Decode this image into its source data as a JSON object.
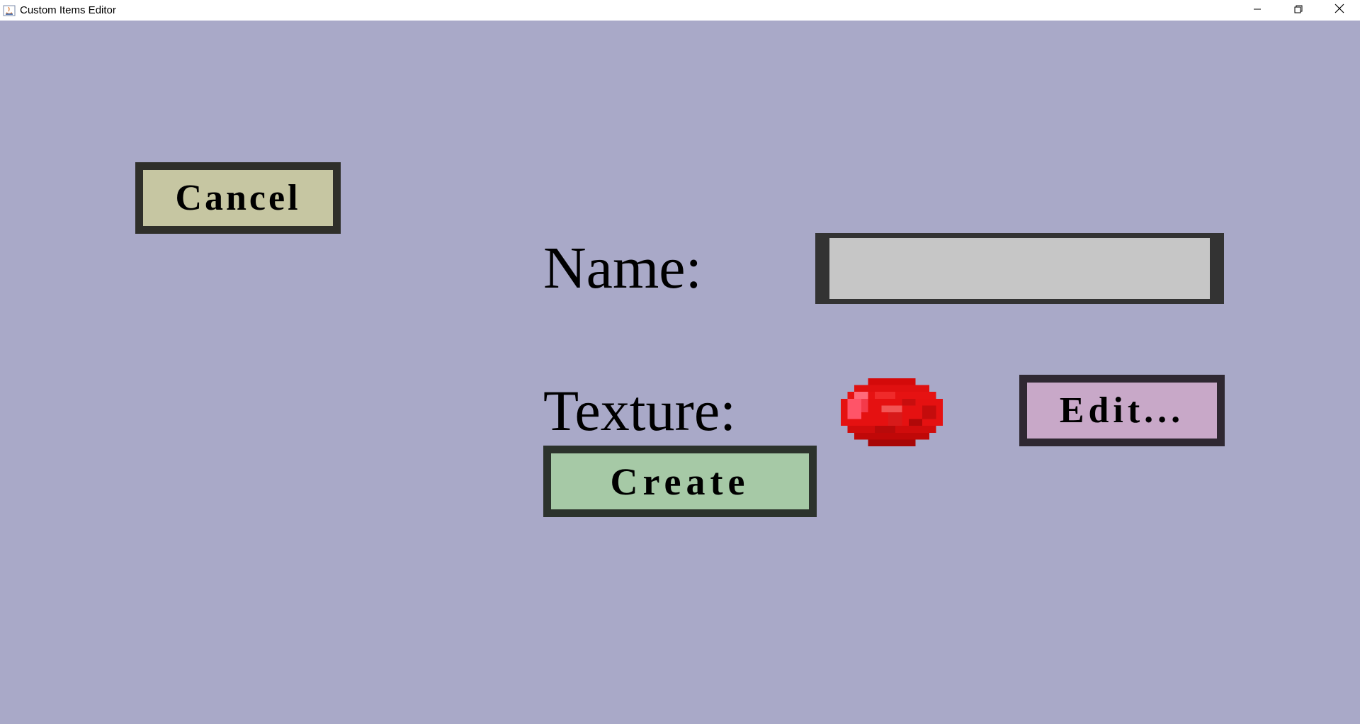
{
  "window": {
    "title": "Custom Items Editor",
    "background_color": "#a9a9c8",
    "controls": {
      "minimize_icon": "minimize-icon",
      "restore_icon": "restore-icon",
      "close_icon": "close-icon"
    }
  },
  "editor": {
    "cancel_label": "Cancel",
    "name_label": "Name:",
    "name_value": "",
    "texture_label": "Texture:",
    "texture_icon": "red-gem-texture-icon",
    "edit_label": "Edit...",
    "create_label": "Create"
  },
  "colors": {
    "cancel_button": "#c6c6a2",
    "create_button": "#a6c9a6",
    "edit_button": "#c8a8c8",
    "name_field": "#c6c6c6",
    "button_border": "#333333"
  }
}
